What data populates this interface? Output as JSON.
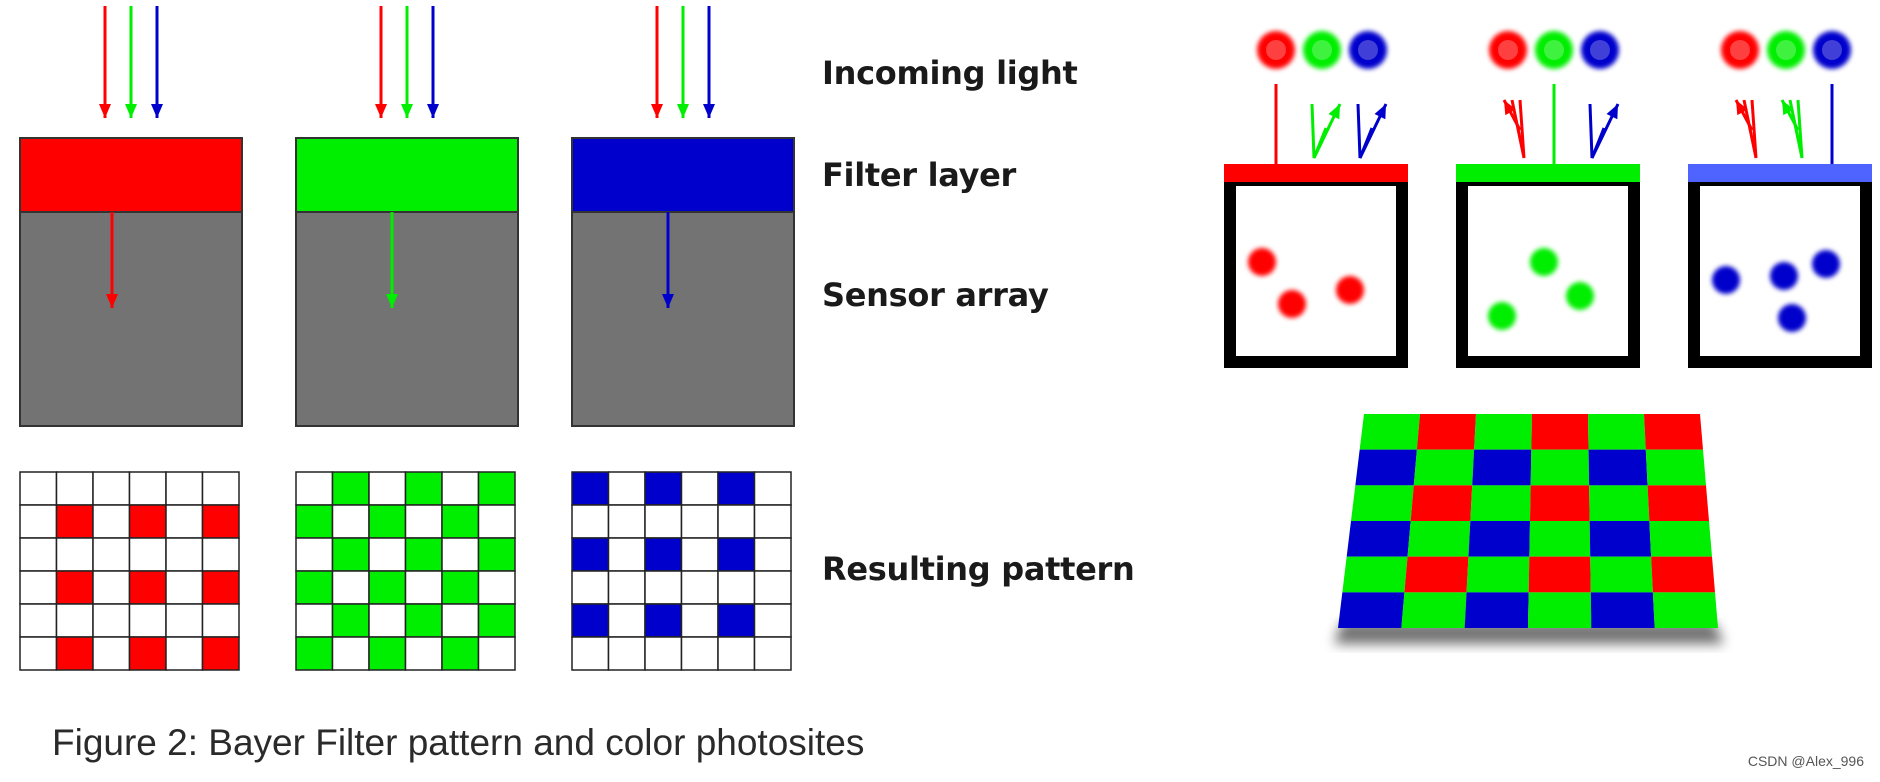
{
  "labels": {
    "incoming_light": "Incoming light",
    "filter_layer": "Filter layer",
    "sensor_array": "Sensor array",
    "resulting_pattern": "Resulting pattern"
  },
  "caption": "Figure 2: Bayer Filter pattern and color photosites",
  "watermark": "CSDN @Alex_996",
  "colors": {
    "red": "#ff0000",
    "green": "#00ee00",
    "blue": "#0000cc",
    "sensor_gray": "#737373",
    "filter_blue_right": "#4f63ff"
  },
  "columns": [
    {
      "name": "red",
      "filter": "red"
    },
    {
      "name": "green",
      "filter": "green"
    },
    {
      "name": "blue",
      "filter": "blue"
    }
  ],
  "grid_patterns": {
    "red": [
      "......",
      ".R.R.R",
      "......",
      ".R.R.R",
      "......",
      ".R.R.R"
    ],
    "green": [
      ".G.G.G",
      "G.G.G.",
      ".G.G.G",
      "G.G.G.",
      ".G.G.G",
      "G.G.G."
    ],
    "blue": [
      "B.B.B.",
      "......",
      "B.B.B.",
      "......",
      "B.B.B.",
      "......"
    ]
  },
  "bayer_rows": [
    "GRGRGR",
    "BGBGBG",
    "GRGRGR",
    "BGBGBG",
    "GRGRGR",
    "BGBGBG"
  ]
}
